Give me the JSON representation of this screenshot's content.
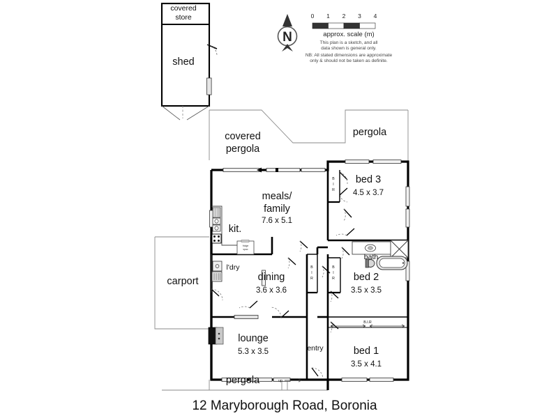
{
  "title": "12 Maryborough Road, Boronia",
  "compass": {
    "letter": "N",
    "name": "north-arrow"
  },
  "scale": {
    "caption": "approx. scale (m)",
    "ticks": [
      "0",
      "1",
      "2",
      "3",
      "4"
    ],
    "note_line1": "This plan is a sketch, and all",
    "note_line2": "data shown is general only.",
    "note_line3": "NB: All stated dimensions are approximate",
    "note_line4": "only & should not be taken as definite."
  },
  "rooms": [
    {
      "id": "covered-store",
      "label": "covered store",
      "line1": "covered",
      "line2": "store",
      "dim": ""
    },
    {
      "id": "shed",
      "label": "shed",
      "line1": "shed",
      "line2": "",
      "dim": ""
    },
    {
      "id": "covered-pergola",
      "label": "covered pergola",
      "line1": "covered",
      "line2": "pergola",
      "dim": ""
    },
    {
      "id": "pergola-top",
      "label": "pergola",
      "line1": "pergola",
      "line2": "",
      "dim": ""
    },
    {
      "id": "bed3",
      "label": "bed 3",
      "line1": "bed 3",
      "line2": "",
      "dim": "4.5 x 3.7"
    },
    {
      "id": "meals-family",
      "label": "meals/family",
      "line1": "meals/",
      "line2": "family",
      "dim": "7.6 x 5.1"
    },
    {
      "id": "kitchen",
      "label": "kit.",
      "line1": "kit.",
      "line2": "",
      "dim": ""
    },
    {
      "id": "bath",
      "label": "bath",
      "line1": "bath",
      "line2": "",
      "dim": ""
    },
    {
      "id": "carport",
      "label": "carport",
      "line1": "carport",
      "line2": "",
      "dim": ""
    },
    {
      "id": "laundry",
      "label": "l'dry",
      "line1": "l'dry",
      "line2": "",
      "dim": ""
    },
    {
      "id": "dining",
      "label": "dining",
      "line1": "dining",
      "line2": "",
      "dim": "3.6 x 3.6"
    },
    {
      "id": "bed2",
      "label": "bed 2",
      "line1": "bed 2",
      "line2": "",
      "dim": "3.5 x 3.5"
    },
    {
      "id": "lounge",
      "label": "lounge",
      "line1": "lounge",
      "line2": "",
      "dim": "5.3 x 3.5"
    },
    {
      "id": "bed1",
      "label": "bed 1",
      "line1": "bed 1",
      "line2": "",
      "dim": "3.5 x 4.1"
    },
    {
      "id": "entry",
      "label": "entry",
      "line1": "entry",
      "line2": "",
      "dim": ""
    },
    {
      "id": "pergola-bottom",
      "label": "pergola",
      "line1": "pergola",
      "line2": "",
      "dim": ""
    }
  ],
  "annotations": {
    "bir_bed3": "B I R",
    "bir_hall": "B I R",
    "bir_bed2": "B I R",
    "bir_bed1": "B.I.R",
    "fridge_line1": "fridge",
    "fridge_line2": "spac",
    "stairs_up": "up"
  },
  "colors": {
    "wall": "#000000",
    "thin": "#444444",
    "roof": "#8a8a8a",
    "fixture_fill": "#d8d8d8",
    "text": "#111111",
    "background": "#ffffff"
  }
}
